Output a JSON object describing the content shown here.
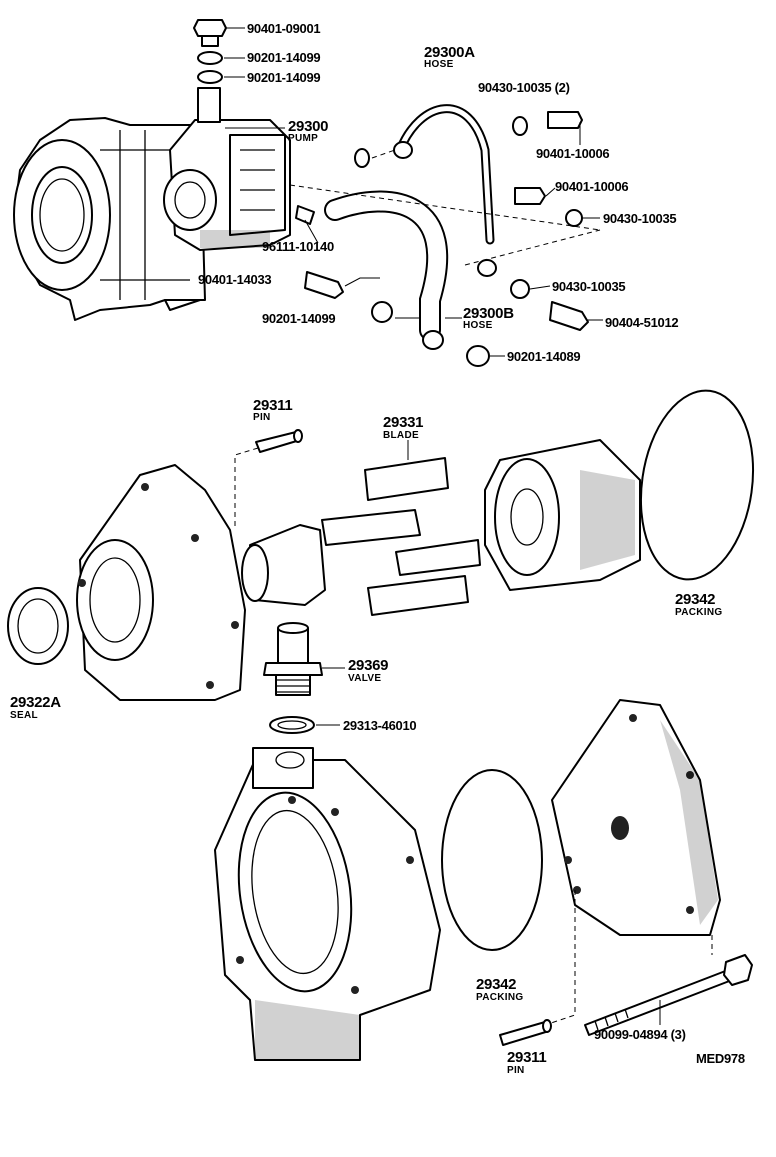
{
  "parts": {
    "bolt_top": "90401-09001",
    "gasket_1": "90201-14099",
    "gasket_2": "90201-14099",
    "hose_a_no": "29300A",
    "hose_a_name": "HOSE",
    "gasket_2pc": "90430-10035 (2)",
    "pump_no": "29300",
    "pump_name": "PUMP",
    "union_bolt_1": "90401-10006",
    "union_bolt_2": "90401-10006",
    "gasket_3": "90430-10035",
    "clip": "96111-10140",
    "union_bolt_3": "90401-14033",
    "gasket_4": "90430-10035",
    "gasket_5": "90201-14099",
    "hose_b_no": "29300B",
    "hose_b_name": "HOSE",
    "union_4": "90404-51012",
    "gasket_6": "90201-14089",
    "pin_top_no": "29311",
    "pin_top_name": "PIN",
    "blade_no": "29331",
    "blade_name": "BLADE",
    "packing_top_no": "29342",
    "packing_top_name": "PACKING",
    "seal_no": "29322A",
    "seal_name": "SEAL",
    "valve_no": "29369",
    "valve_name": "VALVE",
    "valve_gasket": "29313-46010",
    "packing_bot_no": "29342",
    "packing_bot_name": "PACKING",
    "bolt_long": "90099-04894 (3)",
    "pin_bot_no": "29311",
    "pin_bot_name": "PIN",
    "diagram_code": "MED978"
  }
}
